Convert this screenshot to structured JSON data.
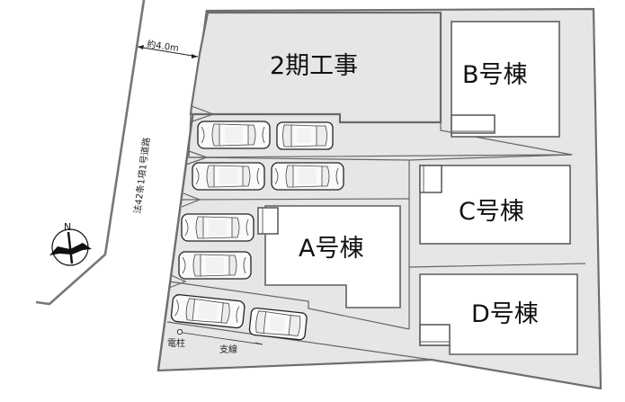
{
  "site_plan": {
    "road": {
      "width_label": "約4.0m",
      "type_label": "法42条1項1号道路"
    },
    "compass": {
      "label": "N"
    },
    "lots": [
      {
        "id": "phase2",
        "label": "2期工事"
      },
      {
        "id": "A",
        "label": "A号棟"
      },
      {
        "id": "B",
        "label": "B号棟"
      },
      {
        "id": "C",
        "label": "C号棟"
      },
      {
        "id": "D",
        "label": "D号棟"
      }
    ],
    "utility": {
      "pole_label": "電柱",
      "guy_wire_label": "支線"
    },
    "parking": {
      "car_count": 8
    },
    "colors": {
      "lot_fill": "#e6e6e6",
      "building_fill": "#ffffff",
      "outline": "#6e6e6e",
      "text": "#111111"
    }
  }
}
